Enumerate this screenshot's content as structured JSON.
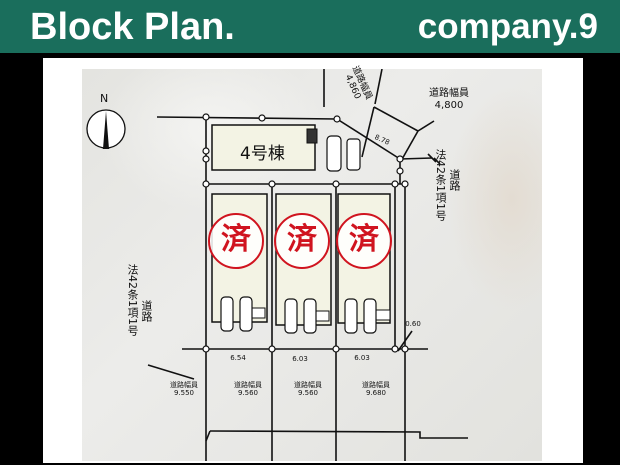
{
  "header": {
    "title": "Block Plan.",
    "brand": "company.9",
    "background_color": "#1a6e5c"
  },
  "plan": {
    "compass": {
      "label": "N",
      "icon": "north-arrow-icon"
    },
    "building_4": {
      "label": "4号棟"
    },
    "lots": [
      {
        "id": 1,
        "status": "済",
        "frontage": "6.54"
      },
      {
        "id": 2,
        "status": "済",
        "frontage": "6.03"
      },
      {
        "id": 3,
        "status": "済",
        "frontage": "6.03"
      }
    ],
    "sold_color": "#d0141f",
    "dimensions": {
      "diagonal": "8.78",
      "gap": "0.60"
    },
    "roads": {
      "north_width_label": "道路幅員",
      "north_width_value": "4,860",
      "northeast_width_label": "道路幅員",
      "northeast_width_value": "4,800",
      "east_road_type": "法42条1項1号道路",
      "east_road_type_main": "法42条1項1号道路",
      "east_road_suffix": "道路",
      "west_road_type": "法42条1項1号道路",
      "south_widths": [
        {
          "label": "道路幅員",
          "value": "9.550"
        },
        {
          "label": "道路幅員",
          "value": "9.560"
        },
        {
          "label": "道路幅員",
          "value": "9.560"
        },
        {
          "label": "道路幅員",
          "value": "9.680"
        }
      ]
    }
  },
  "text_fragments": {
    "law_main": "法42条1項1号道路",
    "law_part_a": "法42条1項1号",
    "law_part_b": "道路",
    "road_side": "道路"
  }
}
